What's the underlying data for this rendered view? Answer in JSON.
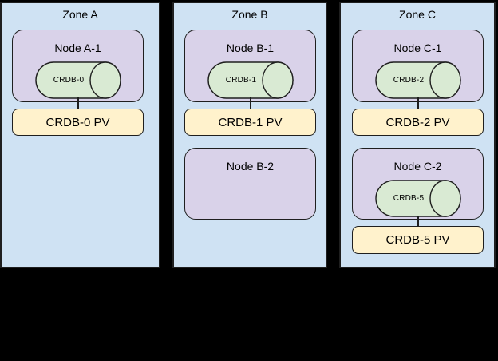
{
  "zones": [
    {
      "label": "Zone A",
      "nodes": [
        {
          "label": "Node A-1",
          "pod": {
            "label": "CRDB-0"
          },
          "pv": {
            "label": "CRDB-0 PV"
          }
        }
      ]
    },
    {
      "label": "Zone B",
      "nodes": [
        {
          "label": "Node B-1",
          "pod": {
            "label": "CRDB-1"
          },
          "pv": {
            "label": "CRDB-1 PV"
          }
        },
        {
          "label": "Node B-2"
        }
      ]
    },
    {
      "label": "Zone C",
      "nodes": [
        {
          "label": "Node C-1",
          "pod": {
            "label": "CRDB-2"
          },
          "pv": {
            "label": "CRDB-2 PV"
          }
        },
        {
          "label": "Node C-2",
          "pod": {
            "label": "CRDB-5"
          },
          "pv": {
            "label": "CRDB-5 PV"
          }
        }
      ]
    }
  ],
  "colors": {
    "background": "#000000",
    "zone-fill": "#cfe2f3",
    "node-fill": "#d9d2e9",
    "pod-fill": "#d9ead3",
    "pv-fill": "#fff2cc",
    "stroke": "#1f1f1f",
    "text": "#000000"
  }
}
